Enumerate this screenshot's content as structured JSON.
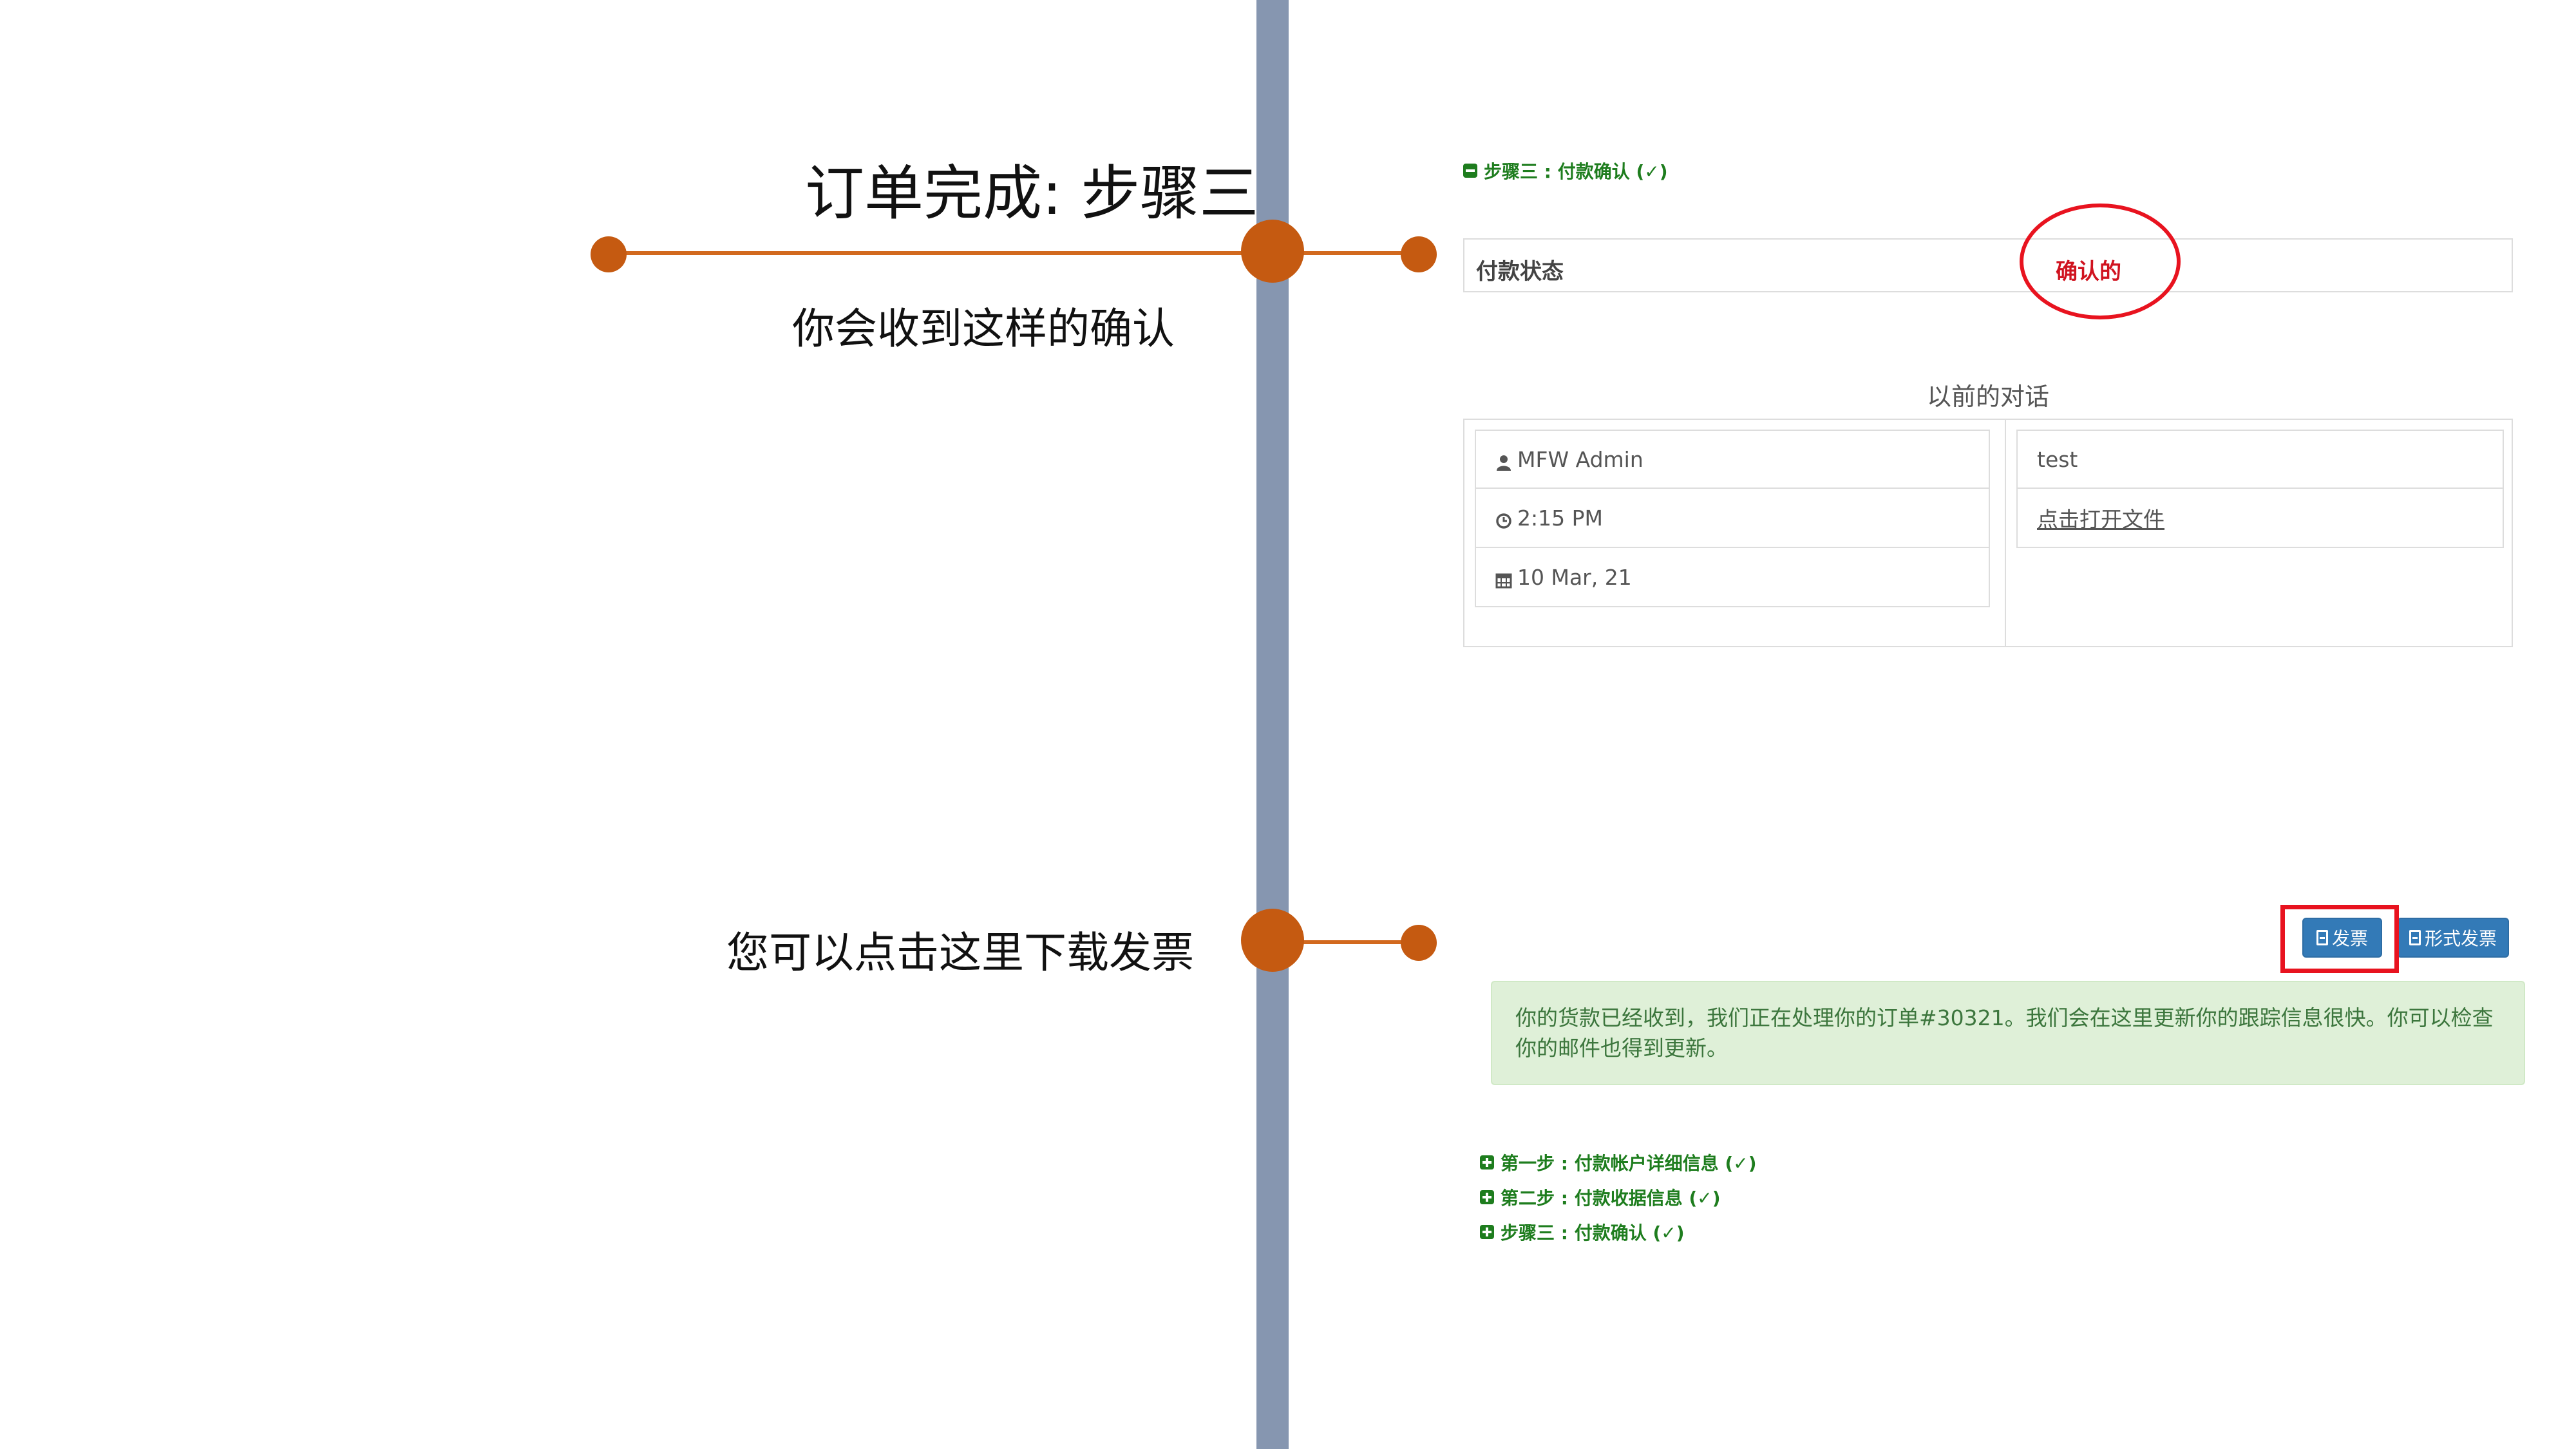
{
  "slide": {
    "title": "订单完成: 步骤三",
    "subtitle": "你会收到这样的确认",
    "callout_invoice": "您可以点击这里下载发票",
    "accent_color": "#c55a11",
    "spine_color": "#8696b0"
  },
  "screen": {
    "step3_header": "步骤三 : 付款确认 (✓)",
    "payment_status": {
      "label": "付款状态",
      "value": "确认的"
    },
    "conversation": {
      "title": "以前的对话",
      "sender": "MFW Admin",
      "time": "2:15 PM",
      "date": "10 Mar, 21",
      "message": "test",
      "file_link": "点击打开文件"
    },
    "buttons": {
      "invoice": "发票",
      "proforma": "形式发票"
    },
    "alert": "你的货款已经收到，我们正在处理你的订单#30321。我们会在这里更新你的跟踪信息很快。你可以检查你的邮件也得到更新。",
    "steps": [
      {
        "label": "第一步 : 付款帐户详细信息 (✓)"
      },
      {
        "label": "第二步 : 付款收据信息 (✓)"
      },
      {
        "label": "步骤三 : 付款确认 (✓)"
      }
    ],
    "icons": [
      "minus-square-icon",
      "user-icon",
      "clock-icon",
      "calendar-icon",
      "file-pdf-icon",
      "plus-square-icon"
    ]
  }
}
